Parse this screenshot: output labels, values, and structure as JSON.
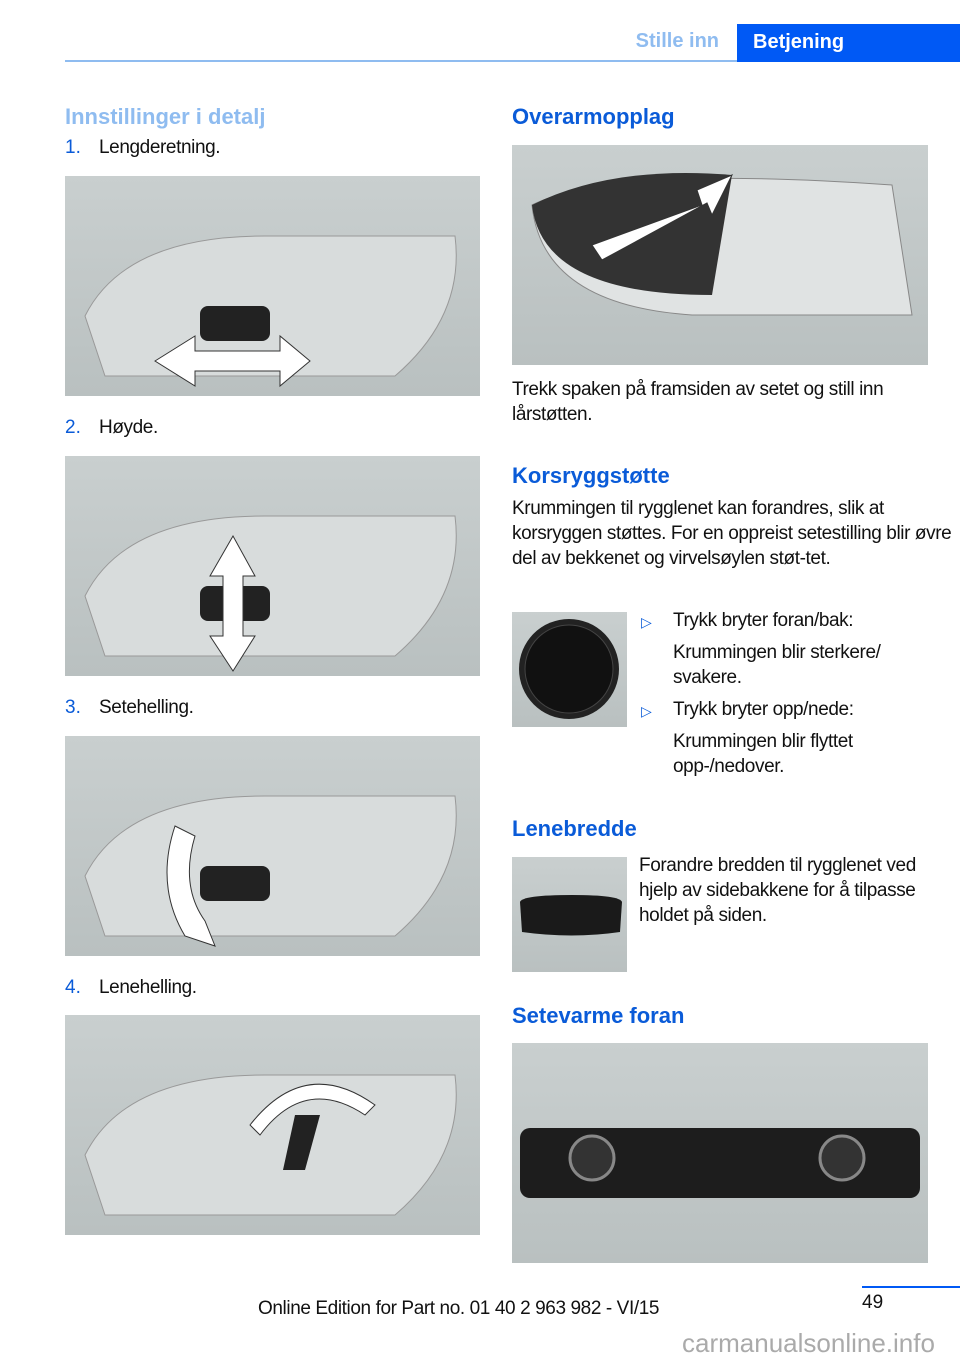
{
  "header": {
    "tab_inactive": "Stille inn",
    "tab_active": "Betjening"
  },
  "left": {
    "heading": "Innstillinger i detalj",
    "items": [
      {
        "num": "1.",
        "label": "Lengderetning."
      },
      {
        "num": "2.",
        "label": "Høyde."
      },
      {
        "num": "3.",
        "label": "Setehelling."
      },
      {
        "num": "4.",
        "label": "Lenehelling."
      }
    ]
  },
  "right": {
    "overarm": {
      "heading": "Overarmopplag",
      "text": "Trekk spaken på framsiden av setet og still inn lårstøtten."
    },
    "lumbar": {
      "heading": "Korsryggstøtte",
      "text": "Krummingen til rygglenet kan forandres, slik at korsryggen støttes. For en oppreist setestilling blir øvre del av bekkenet og virvelsøylen støt-tet.",
      "bullets": [
        {
          "title": "Trykk bryter foran/bak:",
          "desc": "Krummingen blir sterkere/ svakere."
        },
        {
          "title": "Trykk bryter opp/nede:",
          "desc": "Krummingen blir flyttet opp-/nedover."
        }
      ]
    },
    "width": {
      "heading": "Lenebredde",
      "text": "Forandre bredden til rygglenet ved hjelp av sidebakkene for å tilpasse holdet på siden."
    },
    "heat": {
      "heading": "Setevarme foran"
    }
  },
  "footer": {
    "edition": "Online Edition for Part no. 01 40 2 963 982 - VI/15",
    "page": "49",
    "watermark": "carmanualsonline.info"
  }
}
